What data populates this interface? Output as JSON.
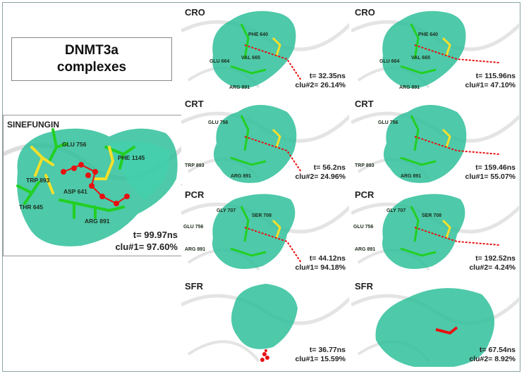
{
  "title": {
    "line1": "DNMT3a",
    "line2": "complexes"
  },
  "colors": {
    "surface": "#2fbf9a",
    "residue": "#22d022",
    "ligand": "#e81010",
    "highlight": "#f5e02a",
    "frame": "#8aa3a6"
  },
  "main_panel": {
    "label": "SINEFUNGIN",
    "residues": [
      "GLU 756",
      "PHE 1145",
      "TRP 893",
      "ASP 641",
      "THR 645",
      "ARG 891"
    ],
    "t": "t= 99.97ns",
    "clu": "clu#1= 97.60%"
  },
  "panels": [
    {
      "label": "CRO",
      "residues": [
        "PHE 640",
        "GLU 664",
        "VAL 665",
        "ARG 891"
      ],
      "t": "t= 32.35ns",
      "clu": "clu#2= 26.14%"
    },
    {
      "label": "CRO",
      "residues": [
        "PHE 640",
        "GLU 664",
        "VAL 665",
        "ARG 891"
      ],
      "t": "t= 115.96ns",
      "clu": "clu#1= 47.10%"
    },
    {
      "label": "CRT",
      "residues": [
        "GLU 756",
        "TRP 893",
        "ARG 891"
      ],
      "t": "t= 56.2ns",
      "clu": "clu#2= 24.96%"
    },
    {
      "label": "CRT",
      "residues": [
        "GLU 756",
        "TRP 893",
        "ARG 891"
      ],
      "t": "t= 159.46ns",
      "clu": "clu#1= 55.07%"
    },
    {
      "label": "PCR",
      "residues": [
        "GLY 707",
        "SER 708",
        "GLU 756",
        "ARG 891"
      ],
      "t": "t= 44.12ns",
      "clu": "clu#1= 94.18%"
    },
    {
      "label": "PCR",
      "residues": [
        "GLY 707",
        "SER 708",
        "GLU 756",
        "ARG 891"
      ],
      "t": "t= 192.52ns",
      "clu": "clu#2= 4.24%"
    },
    {
      "label": "SFR",
      "residues": [],
      "t": "t= 36.77ns",
      "clu": "clu#1= 15.59%"
    },
    {
      "label": "SFR",
      "residues": [],
      "t": "t= 67.54ns",
      "clu": "clu#2= 8.92%"
    }
  ]
}
